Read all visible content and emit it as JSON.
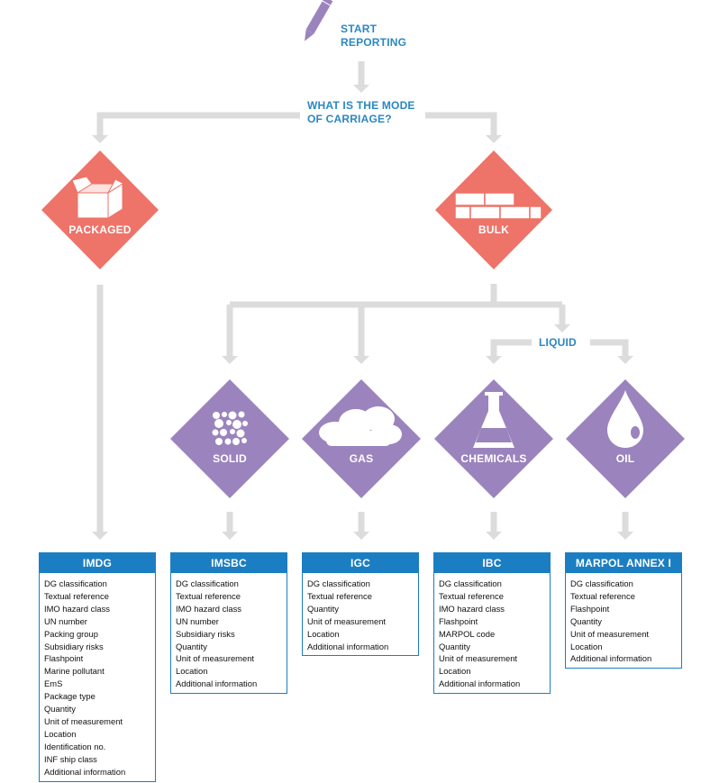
{
  "start": {
    "line1": "START",
    "line2": "REPORTING"
  },
  "question": {
    "line1": "WHAT IS THE MODE",
    "line2": "OF CARRIAGE?"
  },
  "liquid_label": "LIQUID",
  "nodes": {
    "packaged": "PACKAGED",
    "bulk": "BULK",
    "solid": "SOLID",
    "gas": "GAS",
    "chemicals": "CHEMICALS",
    "oil": "OIL"
  },
  "colors": {
    "packaged_bulk": "#ee7369",
    "bulk_types": "#9b84bd",
    "box_header": "#1b7ec2",
    "label_text": "#2a87c4",
    "connector": "#dcdcdc"
  },
  "boxes": [
    {
      "title": "IMDG",
      "items": [
        "DG classification",
        "Textual reference",
        "IMO hazard class",
        "UN number",
        "Packing group",
        "Subsidiary risks",
        "Flashpoint",
        "Marine pollutant",
        "EmS",
        "Package type",
        "Quantity",
        "Unit of measurement",
        "Location",
        "Identification no.",
        "INF ship class",
        "Additional information"
      ]
    },
    {
      "title": "IMSBC",
      "items": [
        "DG classification",
        "Textual reference",
        "IMO hazard class",
        "UN number",
        "Subsidiary risks",
        "Quantity",
        "Unit of measurement",
        "Location",
        "Additional information"
      ]
    },
    {
      "title": "IGC",
      "items": [
        "DG classification",
        "Textual reference",
        "Quantity",
        "Unit of measurement",
        "Location",
        "Additional information"
      ]
    },
    {
      "title": "IBC",
      "items": [
        "DG classification",
        "Textual reference",
        "IMO hazard class",
        "Flashpoint",
        "MARPOL code",
        "Quantity",
        "Unit of measurement",
        "Location",
        "Additional information"
      ]
    },
    {
      "title": "MARPOL ANNEX I",
      "items": [
        "DG classification",
        "Textual reference",
        "Flashpoint",
        "Quantity",
        "Unit of measurement",
        "Location",
        "Additional information"
      ]
    }
  ]
}
